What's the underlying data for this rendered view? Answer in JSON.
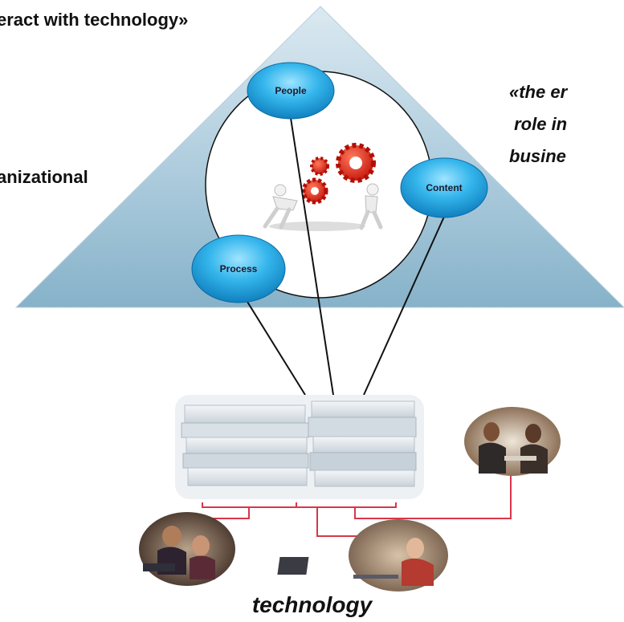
{
  "diagram": {
    "top_text": "eract with technology»",
    "left_text": "anizational",
    "right_text_lines": [
      "«the er",
      " role in",
      "busine"
    ],
    "bottom_text": "technology",
    "nodes": {
      "people": "People",
      "content": "Content",
      "process": "Process"
    }
  },
  "colors": {
    "triangle_fill": "#9fc4d8",
    "node_fill": "#29a8e0",
    "connector_red": "#d9364a",
    "gear_red": "#e0261a"
  },
  "icons": [
    "gears-with-figures-illustration",
    "paper-stacks-photo",
    "meeting-people-photo",
    "laptop-woman-photo",
    "two-people-phone-photo"
  ]
}
